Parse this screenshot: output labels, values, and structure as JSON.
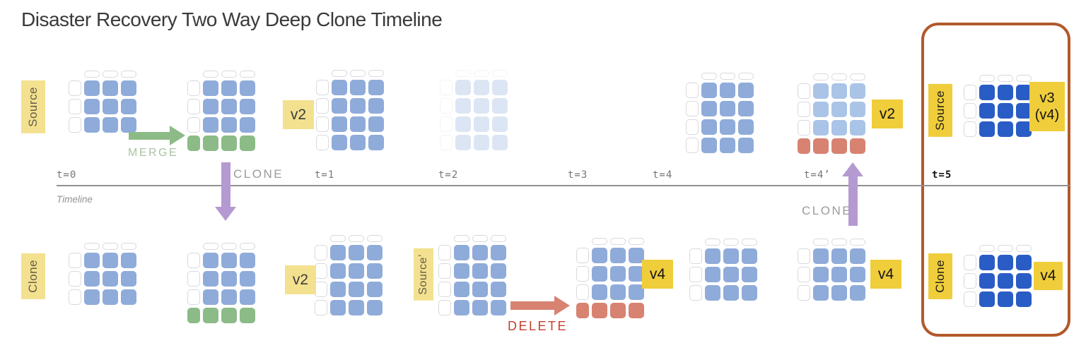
{
  "title": "Disaster Recovery Two Way Deep Clone Timeline",
  "colors": {
    "blue": "#8fabd9",
    "blueDark": "#2a5cc6",
    "blueLight": "#aac4e7",
    "green": "#8cbb87",
    "red": "#d88272",
    "purple": "#b59ad1",
    "yellowPale": "#f3e190",
    "yellowBright": "#f0cd3b",
    "orange": "#b2592b",
    "cellBorder": "#d9d9de",
    "mergeText": "#a9c3a1",
    "cloneText": "#9b9b9b",
    "deleteText": "#c53f2f"
  },
  "timeline": {
    "caption": "Timeline",
    "ticks": [
      "t=0",
      "t=1",
      "t=2",
      "t=3",
      "t=4",
      "t=4’",
      "t=5"
    ]
  },
  "rowLabels": {
    "source": "Source",
    "clone": "Clone",
    "sourcePrime": "Source’",
    "boxSource": "Source",
    "boxClone": "Clone"
  },
  "versionLabels": {
    "v2SourceT1": "v2",
    "v2CloneT1": "v2",
    "v2SourceT4p": "v2",
    "v4CloneT3": "v4",
    "v4CloneT4p": "v4",
    "v3BoxLine1": "v3",
    "v3BoxLine2": "(v4)",
    "v4Box": "v4"
  },
  "actionLabels": {
    "merge": "MERGE",
    "cloneDown": "CLONE",
    "cloneUp": "CLONE",
    "delete": "DELETE"
  },
  "grids": {
    "srcT0": {
      "rows": 3,
      "cols": 3,
      "tone": "blue",
      "extra": null,
      "faded": false
    },
    "srcMerged": {
      "rows": 3,
      "cols": 3,
      "tone": "blue",
      "extra": "green",
      "faded": false
    },
    "srcT1": {
      "rows": 4,
      "cols": 3,
      "tone": "blue",
      "extra": null,
      "faded": false
    },
    "srcT2": {
      "rows": 4,
      "cols": 3,
      "tone": "blue",
      "extra": null,
      "faded": true
    },
    "srcT4": {
      "rows": 4,
      "cols": 3,
      "tone": "blue",
      "extra": null,
      "faded": false
    },
    "srcT4p": {
      "rows": 3,
      "cols": 3,
      "tone": "blueLight",
      "extra": "red",
      "faded": false
    },
    "srcBox": {
      "rows": 3,
      "cols": 3,
      "tone": "blueDark",
      "extra": null,
      "faded": false
    },
    "clnT0": {
      "rows": 3,
      "cols": 3,
      "tone": "blue",
      "extra": null,
      "faded": false
    },
    "clnCloned": {
      "rows": 3,
      "cols": 3,
      "tone": "blue",
      "extra": "green",
      "faded": false
    },
    "clnT1": {
      "rows": 4,
      "cols": 3,
      "tone": "blue",
      "extra": null,
      "faded": false
    },
    "clnT2": {
      "rows": 4,
      "cols": 3,
      "tone": "blue",
      "extra": null,
      "faded": false
    },
    "clnT3": {
      "rows": 3,
      "cols": 3,
      "tone": "blue",
      "extra": "red",
      "faded": false
    },
    "clnT4": {
      "rows": 3,
      "cols": 3,
      "tone": "blue",
      "extra": null,
      "faded": false
    },
    "clnT4p": {
      "rows": 3,
      "cols": 3,
      "tone": "blue",
      "extra": null,
      "faded": false
    },
    "clnBox": {
      "rows": 3,
      "cols": 3,
      "tone": "blueDark",
      "extra": null,
      "faded": false
    }
  }
}
